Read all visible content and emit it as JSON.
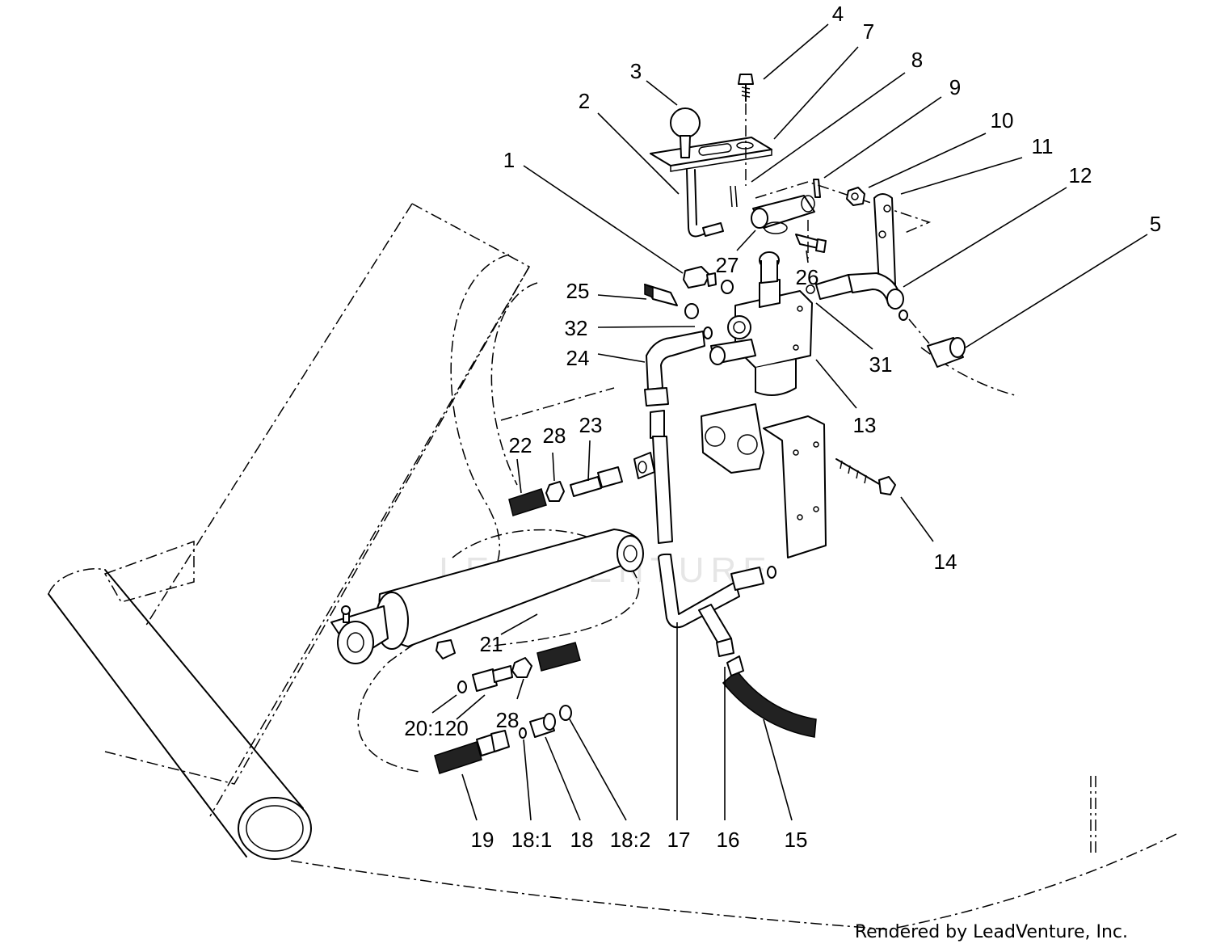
{
  "watermark": "LEADVENTURE",
  "credit": "Rendered by LeadVenture, Inc.",
  "callouts": [
    {
      "id": "c1",
      "text": "1"
    },
    {
      "id": "c2",
      "text": "2"
    },
    {
      "id": "c3",
      "text": "3"
    },
    {
      "id": "c4",
      "text": "4"
    },
    {
      "id": "c5",
      "text": "5"
    },
    {
      "id": "c7",
      "text": "7"
    },
    {
      "id": "c8",
      "text": "8"
    },
    {
      "id": "c9",
      "text": "9"
    },
    {
      "id": "c10",
      "text": "10"
    },
    {
      "id": "c11",
      "text": "11"
    },
    {
      "id": "c12",
      "text": "12"
    },
    {
      "id": "c13",
      "text": "13"
    },
    {
      "id": "c14",
      "text": "14"
    },
    {
      "id": "c15",
      "text": "15"
    },
    {
      "id": "c16",
      "text": "16"
    },
    {
      "id": "c17",
      "text": "17"
    },
    {
      "id": "c18",
      "text": "18"
    },
    {
      "id": "c18_1",
      "text": "18:1"
    },
    {
      "id": "c18_2",
      "text": "18:2"
    },
    {
      "id": "c19",
      "text": "19"
    },
    {
      "id": "c20",
      "text": "20:120"
    },
    {
      "id": "c21",
      "text": "21"
    },
    {
      "id": "c22",
      "text": "22"
    },
    {
      "id": "c23",
      "text": "23"
    },
    {
      "id": "c24",
      "text": "24"
    },
    {
      "id": "c25",
      "text": "25"
    },
    {
      "id": "c26",
      "text": "26"
    },
    {
      "id": "c27",
      "text": "27"
    },
    {
      "id": "c28a",
      "text": "28"
    },
    {
      "id": "c28b",
      "text": "28"
    },
    {
      "id": "c31",
      "text": "31"
    },
    {
      "id": "c32",
      "text": "32"
    }
  ]
}
